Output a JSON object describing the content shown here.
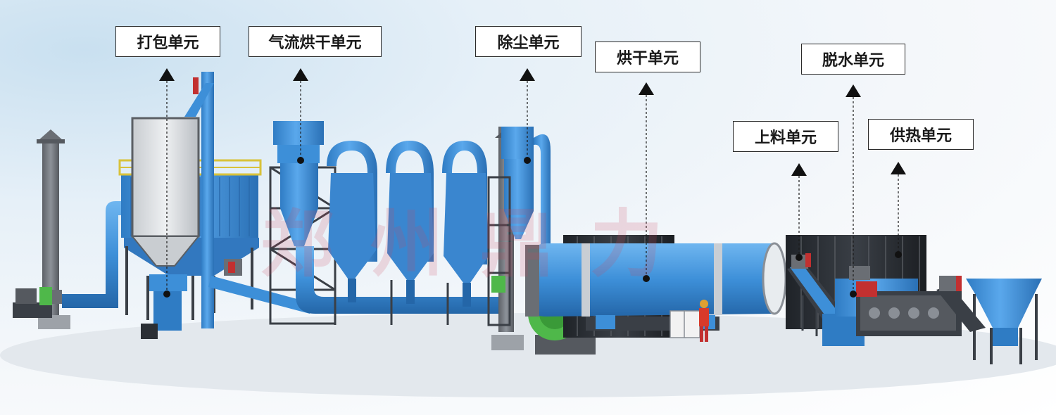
{
  "labels": {
    "packing": "打包单元",
    "airflow_drying": "气流烘干单元",
    "dust_removal": "除尘单元",
    "drying": "烘干单元",
    "dewatering": "脱水单元",
    "feeding": "上料单元",
    "heat_supply": "供热单元"
  },
  "watermark": "郑州鼎力",
  "colors": {
    "equipment_blue": "#3d8fd8",
    "steel_gray": "#7a7f86",
    "fan_green": "#4fb84a",
    "burner_red": "#c23030",
    "frame_dark": "#2b2f35"
  },
  "icons": [
    "arrow-up-icon",
    "dot-marker-icon",
    "worker-icon"
  ]
}
